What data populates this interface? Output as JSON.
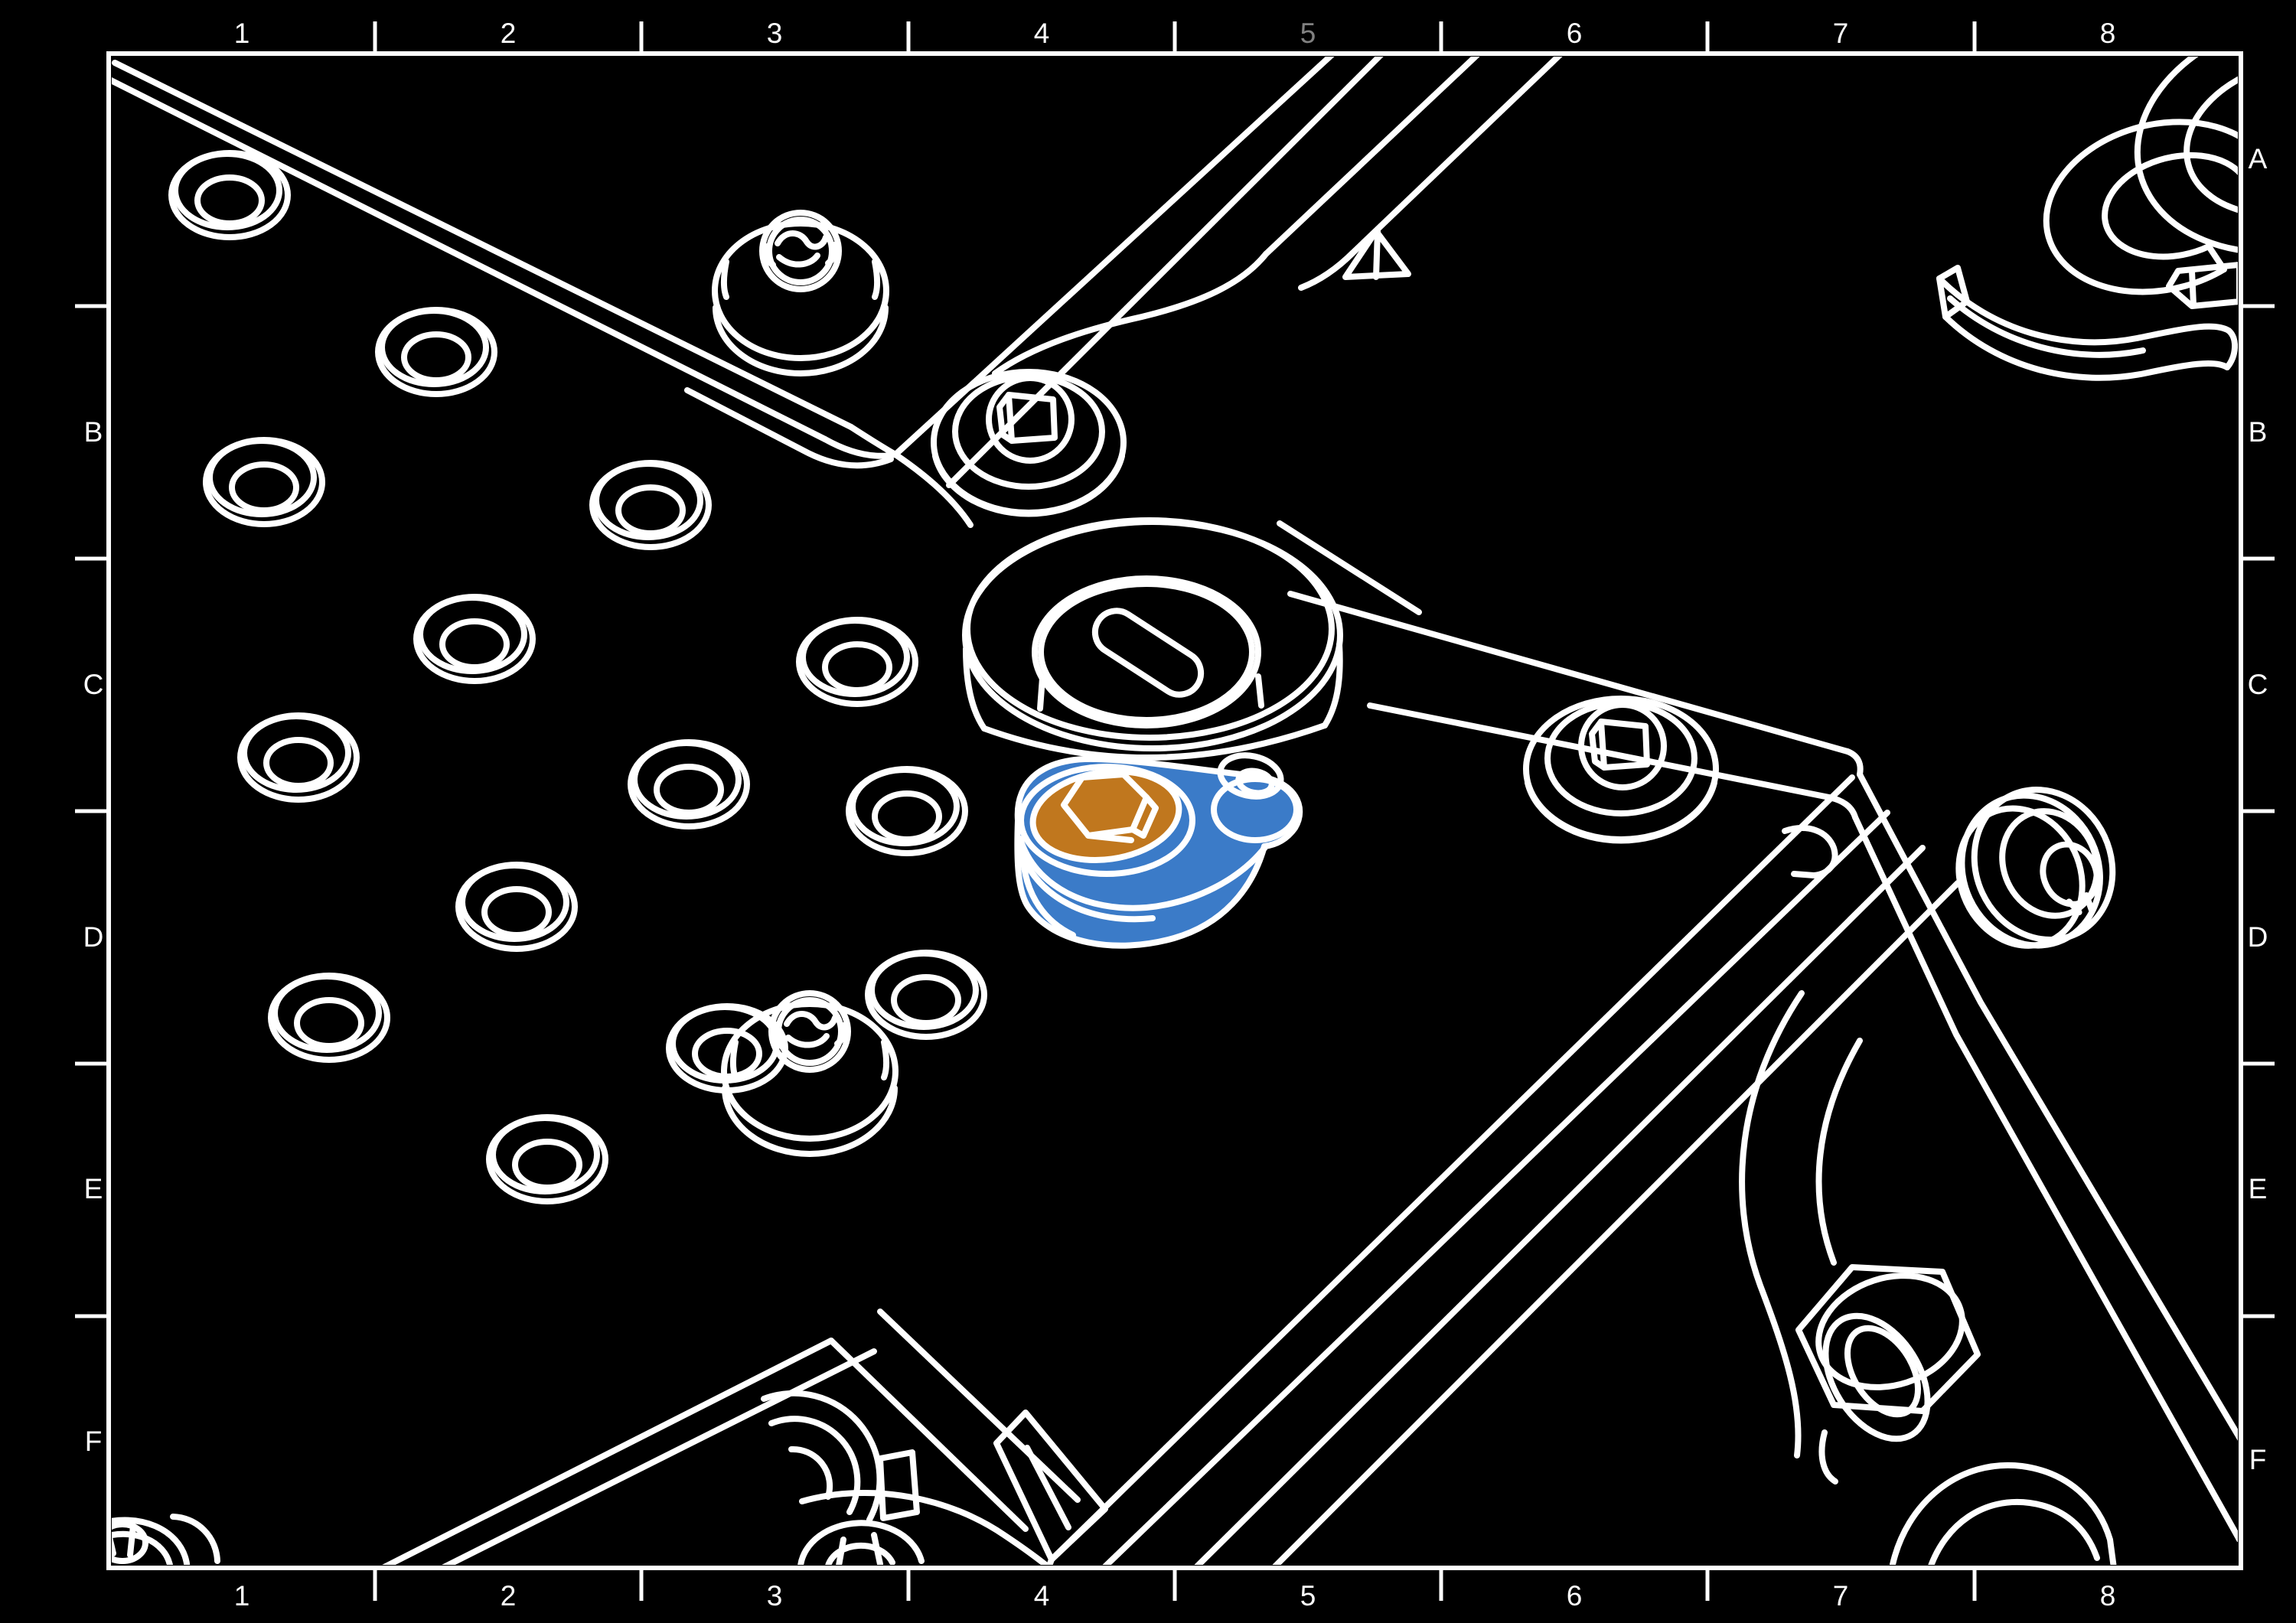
{
  "drawing": {
    "type": "technical-line-drawing",
    "grid": {
      "columns": {
        "c1": "1",
        "c2": "2",
        "c3": "3",
        "c4": "4",
        "c5": "5",
        "c6": "6",
        "c7": "7",
        "c8": "8"
      },
      "rows_left": {
        "B": "B",
        "C": "C",
        "D": "D",
        "E": "E",
        "F": "F"
      },
      "rows_right": {
        "A": "A",
        "B": "B",
        "C": "C",
        "D": "D",
        "E": "E",
        "F": "F"
      }
    },
    "colors": {
      "background": "#000000",
      "line": "#ffffff",
      "highlight_body": "#3b7bc8",
      "highlight_bushing": "#c0771e",
      "hole_fill": "#000000"
    }
  }
}
